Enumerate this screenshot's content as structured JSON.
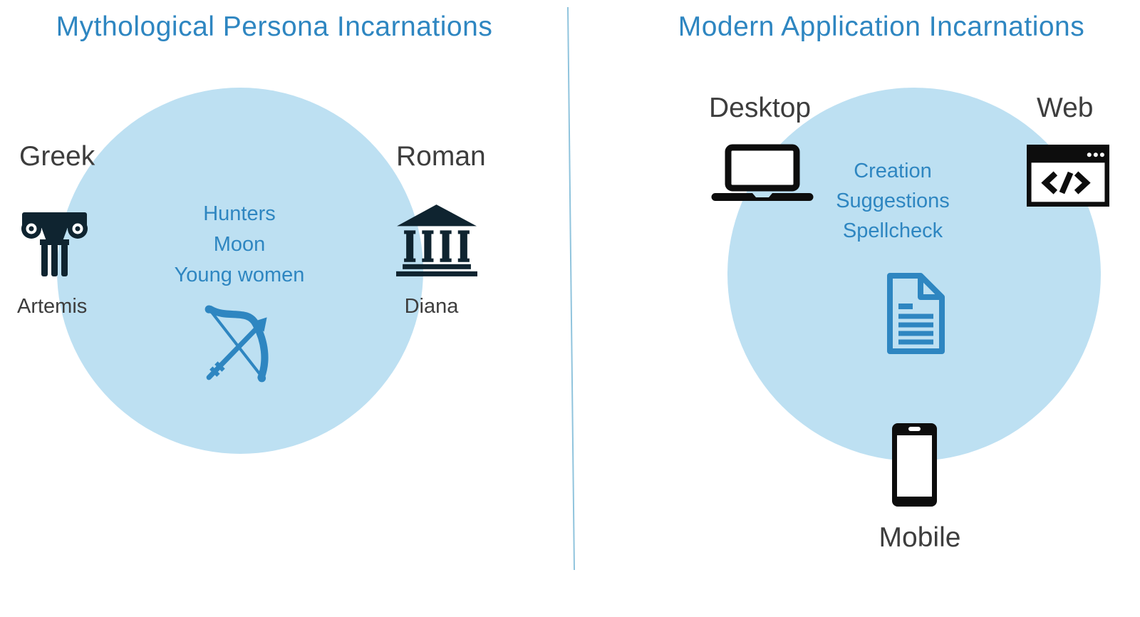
{
  "slide": {
    "left": {
      "title": "Mythological Persona Incarnations",
      "greek_label": "Greek",
      "greek_persona": "Artemis",
      "roman_label": "Roman",
      "roman_persona": "Diana",
      "shared_traits": [
        "Hunters",
        "Moon",
        "Young women"
      ]
    },
    "right": {
      "title": "Modern Application Incarnations",
      "desktop_label": "Desktop",
      "web_label": "Web",
      "mobile_label": "Mobile",
      "shared_features": [
        "Creation",
        "Suggestions",
        "Spellcheck"
      ]
    },
    "icons": {
      "left": [
        "greek-column-icon",
        "roman-temple-icon",
        "bow-arrow-icon"
      ],
      "right": [
        "laptop-icon",
        "browser-code-icon",
        "document-icon",
        "smartphone-icon"
      ]
    }
  },
  "colors": {
    "accent": "#2e86c1",
    "circle-fill": "#bde0f2",
    "divider": "#90c4dd",
    "label-dark": "#3d3d3d",
    "icon-black": "#0d0d0d",
    "icon-navy": "#0f2430",
    "bg": "#ffffff"
  }
}
